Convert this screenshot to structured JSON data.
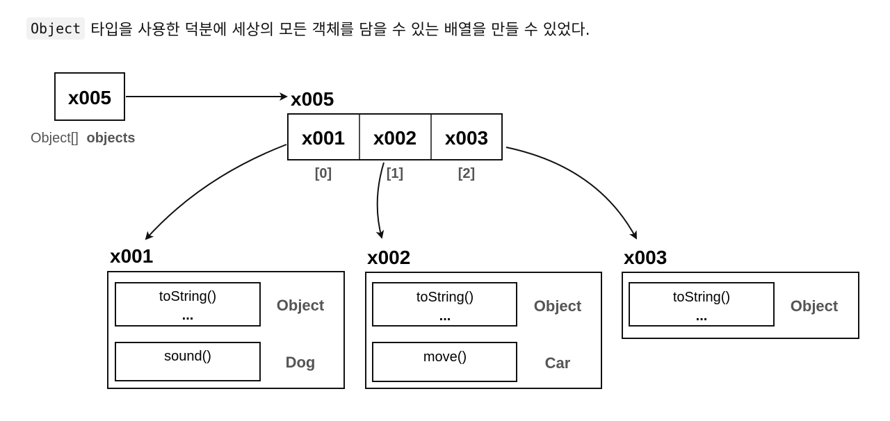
{
  "caption": {
    "code": "Object",
    "text": "타입을 사용한 덕분에 세상의 모든 객체를 담을 수 있는 배열을 만들 수 있었다."
  },
  "reference": {
    "value": "x005",
    "type_label": "Object[]",
    "name_label": "objects"
  },
  "array": {
    "address": "x005",
    "cells": [
      "x001",
      "x002",
      "x003"
    ],
    "indexes": [
      "[0]",
      "[1]",
      "[2]"
    ]
  },
  "objects": [
    {
      "address": "x001",
      "rows": [
        {
          "methods": [
            "toString()",
            "..."
          ],
          "class_label": "Object"
        },
        {
          "methods": [
            "sound()"
          ],
          "class_label": "Dog"
        }
      ]
    },
    {
      "address": "x002",
      "rows": [
        {
          "methods": [
            "toString()",
            "..."
          ],
          "class_label": "Object"
        },
        {
          "methods": [
            "move()"
          ],
          "class_label": "Car"
        }
      ]
    },
    {
      "address": "x003",
      "rows": [
        {
          "methods": [
            "toString()",
            "..."
          ],
          "class_label": "Object"
        }
      ]
    }
  ],
  "colors": {
    "stroke": "#111111",
    "label_gray": "#555555",
    "code_bg": "#f2f2f2"
  }
}
